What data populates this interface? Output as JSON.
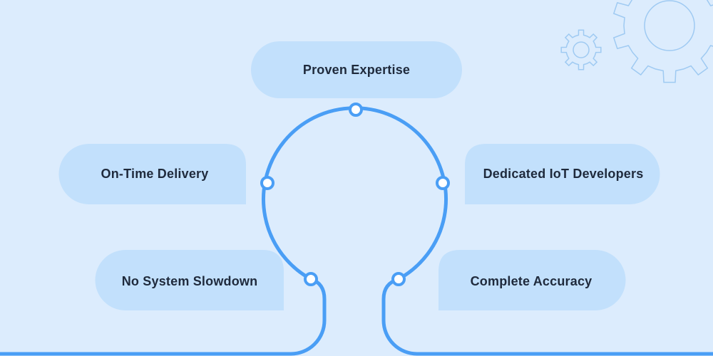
{
  "items": [
    {
      "label": "Proven Expertise"
    },
    {
      "label": "On-Time Delivery"
    },
    {
      "label": "Dedicated IoT Developers"
    },
    {
      "label": "No System Slowdown"
    },
    {
      "label": "Complete Accuracy"
    }
  ],
  "colors": {
    "background": "#dcecfd",
    "pill": "#c2e0fc",
    "line": "#4a9ef5",
    "text": "#1f2a3c",
    "gear": "#9fcaf2"
  },
  "decorations": [
    "large-gear-icon",
    "small-gear-icon"
  ]
}
